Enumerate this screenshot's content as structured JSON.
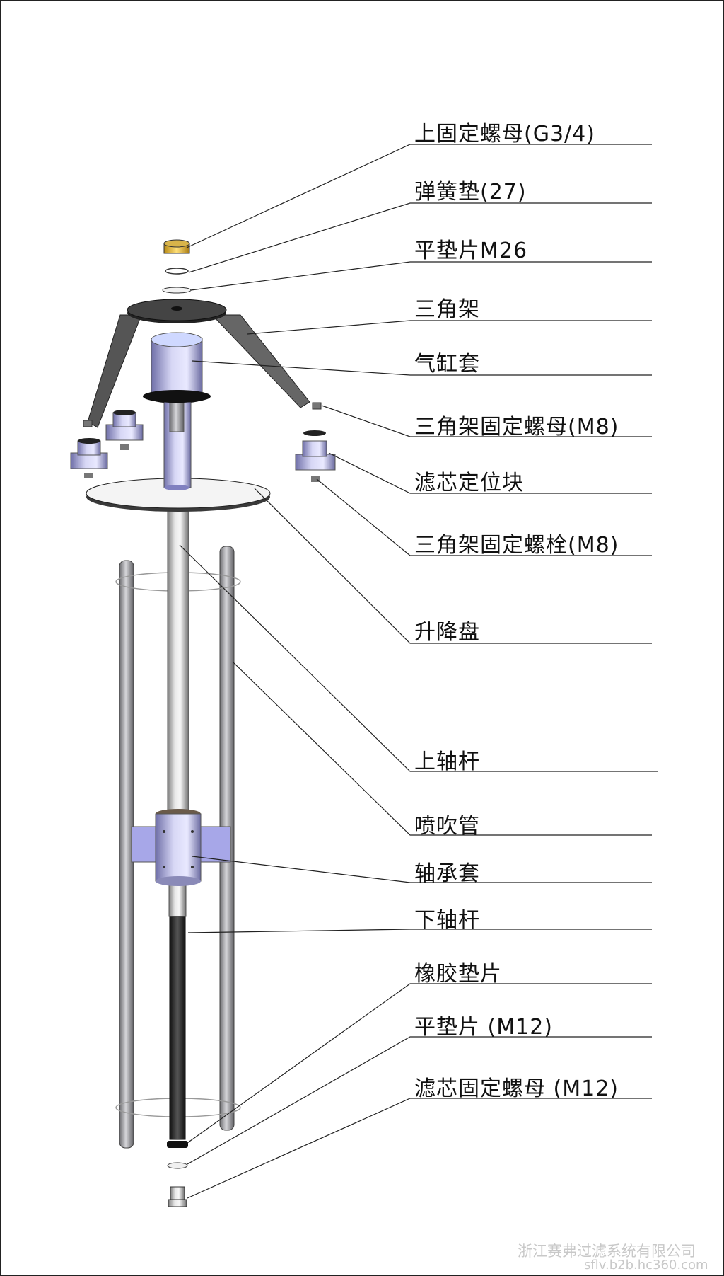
{
  "labels": {
    "upper_fixing_nut": "上固定螺母(G3/4)",
    "spring_washer": "弹簧垫(27)",
    "flat_washer_m26": "平垫片M26",
    "tripod": "三角架",
    "cylinder_sleeve": "气缸套",
    "tripod_nut_m8": "三角架固定螺母(M8)",
    "filter_positioning_block": "滤芯定位块",
    "tripod_bolt_m8": "三角架固定螺栓(M8)",
    "lifting_plate": "升降盘",
    "upper_shaft": "上轴杆",
    "blow_pipe": "喷吹管",
    "bearing_sleeve": "轴承套",
    "lower_shaft": "下轴杆",
    "rubber_gasket": "橡胶垫片",
    "flat_washer_m12": "平垫片 (M12)",
    "filter_fixing_nut_m12": "滤芯固定螺母 (M12)"
  },
  "watermark": {
    "company": "浙江赛弗过滤系统有限公司",
    "site": "sflv.b2b.hc360.com"
  }
}
